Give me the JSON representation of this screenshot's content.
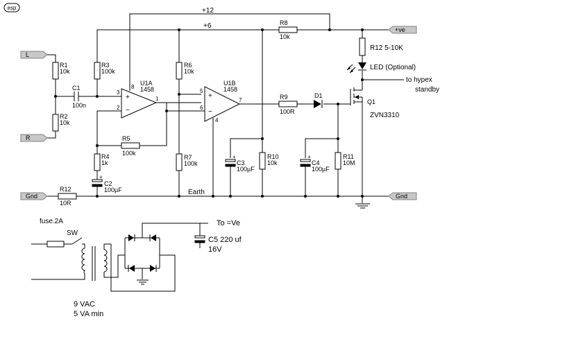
{
  "logo": "esp",
  "rails": {
    "plus12": "+12",
    "plus6": "+6",
    "earth": "Earth",
    "to_ve": "To =Ve"
  },
  "terminals": {
    "L": "L",
    "R": "R",
    "gnd_left": "Gnd",
    "gnd_right": "Gnd",
    "pve": "+ve"
  },
  "resistors": {
    "R1": {
      "ref": "R1",
      "val": "10k"
    },
    "R2": {
      "ref": "R2",
      "val": "10k"
    },
    "R3": {
      "ref": "R3",
      "val": "100k"
    },
    "R4": {
      "ref": "R4",
      "val": "1k"
    },
    "R5": {
      "ref": "R5",
      "val": "100k"
    },
    "R6": {
      "ref": "R6",
      "val": "10k"
    },
    "R7": {
      "ref": "R7",
      "val": "100k"
    },
    "R8": {
      "ref": "R8",
      "val": "10k"
    },
    "R9": {
      "ref": "R9",
      "val": "100R"
    },
    "R10": {
      "ref": "R10",
      "val": "10k"
    },
    "R11": {
      "ref": "R11",
      "val": "10M"
    },
    "R12a": {
      "ref": "R12",
      "val": "10R"
    },
    "R12b": {
      "label": "R12 5-10K"
    }
  },
  "capacitors": {
    "C1": {
      "ref": "C1",
      "val": "100n"
    },
    "C2": {
      "ref": "C2",
      "val": "100µF"
    },
    "C3": {
      "ref": "C3",
      "val": "100µF"
    },
    "C4": {
      "ref": "C4",
      "val": "100µF"
    },
    "C5": {
      "ref": "C5 220 uf",
      "val": "16V"
    }
  },
  "opamps": {
    "U1A": {
      "ref": "U1A",
      "part": "1458"
    },
    "U1B": {
      "ref": "U1B",
      "part": "1458"
    }
  },
  "pins": {
    "p1": "1",
    "p2": "2",
    "p3": "3",
    "p4": "4",
    "p5": "5",
    "p6": "6",
    "p7": "7",
    "p8": "8"
  },
  "diode": "D1",
  "mosfet": {
    "ref": "Q1",
    "part": "ZVN3310"
  },
  "led": "LED (Optional)",
  "hypex": {
    "line1": "to hypex",
    "line2": "standby"
  },
  "psu": {
    "fuse": "fuse.2A",
    "switch": "SW",
    "vac": "9 VAC",
    "va": "5 VA min"
  }
}
